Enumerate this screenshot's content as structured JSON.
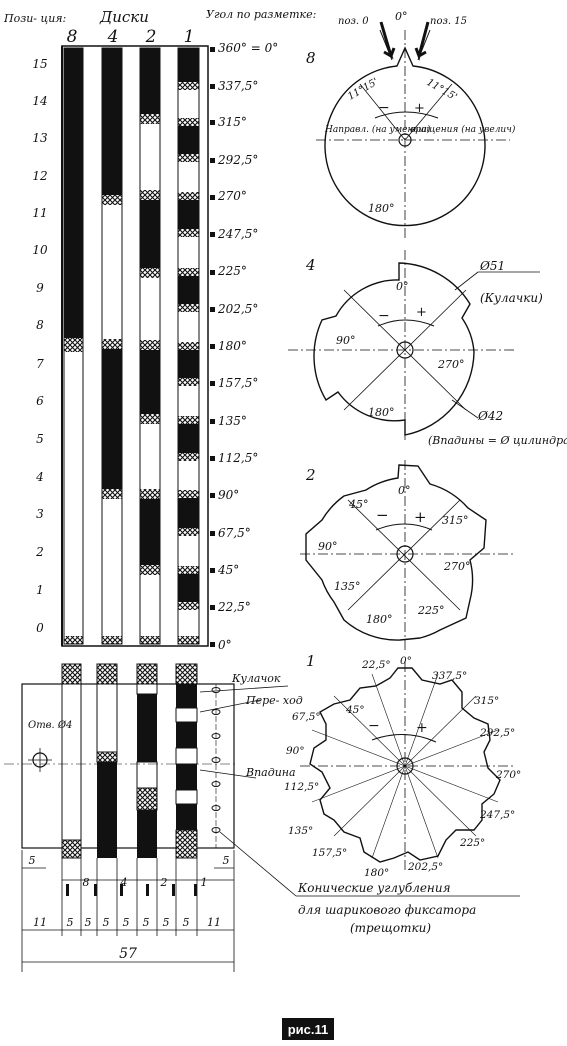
{
  "header": {
    "positions_label": "Пози- ция:",
    "disks_label": "Диски",
    "angle_label": "Угол по разметке:",
    "disk_numbers": [
      "8",
      "4",
      "2",
      "1"
    ]
  },
  "positions": [
    "15",
    "14",
    "13",
    "12",
    "11",
    "10",
    "9",
    "8",
    "7",
    "6",
    "5",
    "4",
    "3",
    "2",
    "1",
    "0"
  ],
  "angles": [
    "360° = 0°",
    "337,5°",
    "315°",
    "292,5°",
    "270°",
    "247,5°",
    "225°",
    "202,5°",
    "180°",
    "157,5°",
    "135°",
    "112,5°",
    "90°",
    "67,5°",
    "45°",
    "22,5°",
    "0°"
  ],
  "disk8": {
    "number": "8",
    "pos0": "поз. 0",
    "pos15": "поз. 15",
    "zero": "0°",
    "angle_l": "11°15'",
    "angle_r": "11°15'",
    "dir_l": "Направл. (на уменьш)",
    "dir_r": "вращения (на увелич)",
    "minus": "−",
    "plus": "+",
    "deg180": "180°"
  },
  "disk4": {
    "number": "4",
    "zero": "0°",
    "d90": "90°",
    "d180": "180°",
    "d270": "270°",
    "d51": "Ø51",
    "cams": "(Кулачки)",
    "d42": "Ø42",
    "hollows": "(Впадины = Ø цилиндра)",
    "minus": "−",
    "plus": "+"
  },
  "disk2": {
    "number": "2",
    "zero": "0°",
    "d45": "45°",
    "d90": "90°",
    "d135": "135°",
    "d180": "180°",
    "d225": "225°",
    "d270": "270°",
    "d315": "315°",
    "minus": "−",
    "plus": "+"
  },
  "disk1": {
    "number": "1",
    "labels": [
      "0°",
      "22,5°",
      "337,5°",
      "45°",
      "315°",
      "67,5°",
      "292,5°",
      "90°",
      "270°",
      "112,5°",
      "247,5°",
      "135°",
      "225°",
      "157,5°",
      "202,5°",
      "180°"
    ],
    "minus": "−",
    "plus": "+"
  },
  "callouts": {
    "cam": "Кулачок",
    "transition": "Пере- ход",
    "hollow": "Впадина",
    "hole": "Отв. Ø4",
    "cones": "Конические углубления",
    "cones2": "для шарикового фиксатора",
    "cones3": "(трещотки)"
  },
  "dims": {
    "left5": "5",
    "right5": "5",
    "w8": "8",
    "w4": "4",
    "w2": "2",
    "w1": "1",
    "row": [
      "11",
      "5",
      "5",
      "5",
      "5",
      "5",
      "5",
      "5",
      "11"
    ],
    "total": "57"
  },
  "figure": "рис.11"
}
